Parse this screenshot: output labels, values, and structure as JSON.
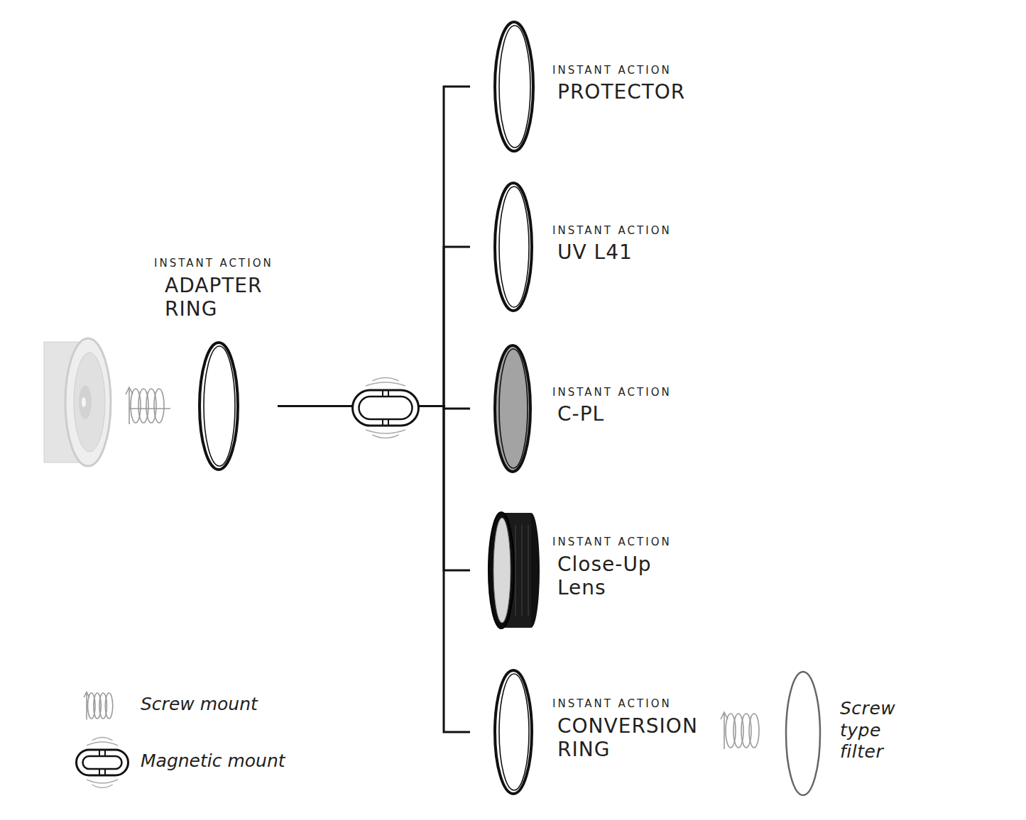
{
  "diagram": {
    "nodes": [
      {
        "text": [
          "INSTANT ACTION",
          "ADAPTER RING"
        ]
      },
      {
        "text": [
          "INSTANT ACTION",
          "PROTECTOR"
        ]
      },
      {
        "text": [
          "INSTANT ACTION",
          "UV L41"
        ]
      },
      {
        "text": [
          "INSTANT ACTION",
          "C-PL"
        ]
      },
      {
        "text": [
          "INSTANT ACTION",
          "Close-Up Lens"
        ]
      },
      {
        "text": [
          "INSTANT ACTION",
          "CONVERSION RING"
        ]
      },
      {
        "text": [
          "Screw type filter"
        ]
      }
    ],
    "edges": [
      {
        "from": 0,
        "to": 1,
        "arrow": "none"
      },
      {
        "from": 0,
        "to": 2,
        "arrow": "none"
      },
      {
        "from": 0,
        "to": 3,
        "arrow": "none"
      },
      {
        "from": 0,
        "to": 4,
        "arrow": "none"
      },
      {
        "from": 0,
        "to": 5,
        "arrow": "none"
      }
    ],
    "legend": [
      {
        "text": "Screw mount"
      },
      {
        "text": "Magnetic mount"
      }
    ]
  }
}
